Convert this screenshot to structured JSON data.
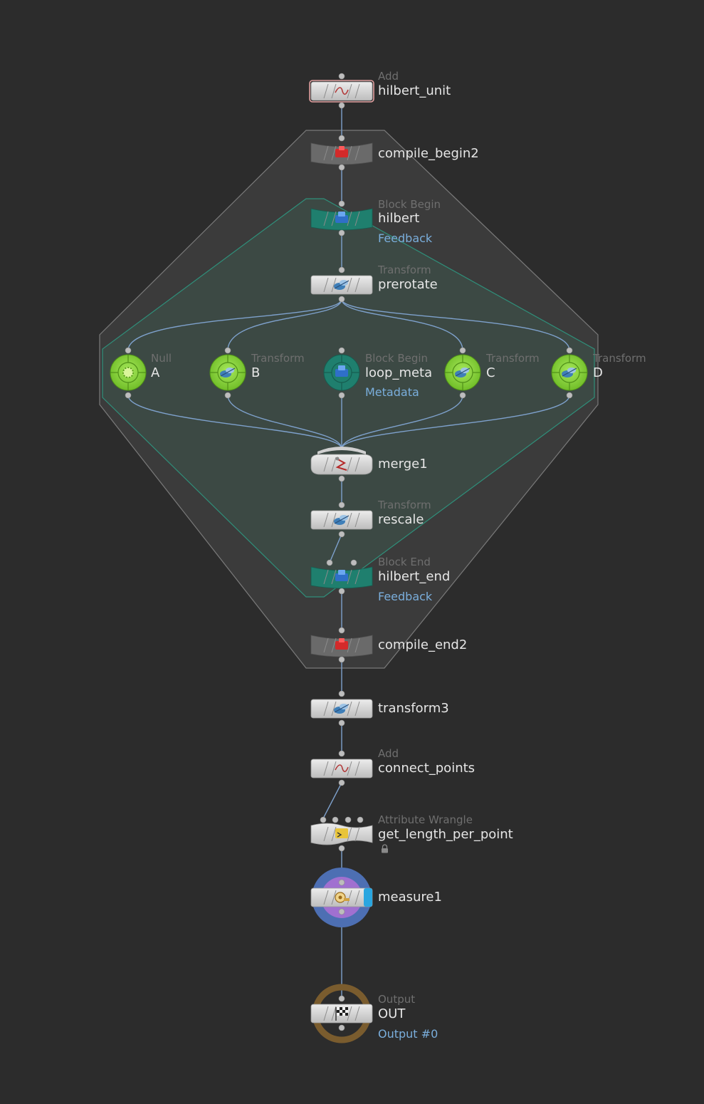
{
  "colors": {
    "background": "#2c2c2c",
    "wire": "#7ea1cc",
    "compile_block_fill": "#3b3b3b",
    "compile_block_stroke": "#7a7a7a",
    "loop_block_fill": "#3c4a45",
    "loop_block_stroke": "#2f8f7a",
    "node_body": "#d6d6d6",
    "teal_node": "#1f7f6e",
    "gray_node": "#6a6a6a",
    "green_node": "#8bd33a",
    "display_ring": "#4d6fb3",
    "template_ring": "#a070d0",
    "output_ring": "#7a5c2e",
    "display_flag": "#2aa6e0",
    "selected_outline": "#e2a0a0",
    "label_type": "#6f6f6f",
    "label_name": "#e6e6e6",
    "label_sub": "#7aaedc"
  },
  "nodes": [
    {
      "id": "hilbert_unit",
      "type": "Add",
      "name": "hilbert_unit",
      "icon": "curve-icon",
      "shape": "rect",
      "selected": true
    },
    {
      "id": "compile_begin2",
      "type": "",
      "name": "compile_begin2",
      "icon": "red-compile-cube-icon",
      "shape": "compile"
    },
    {
      "id": "hilbert",
      "type": "Block Begin",
      "name": "hilbert",
      "sub": "Feedback",
      "icon": "blue-block-cube-icon",
      "shape": "teal-block"
    },
    {
      "id": "prerotate",
      "type": "Transform",
      "name": "prerotate",
      "icon": "transform-icon",
      "shape": "rect"
    },
    {
      "id": "A",
      "type": "Null",
      "name": "A",
      "icon": "null-icon",
      "shape": "green-circle"
    },
    {
      "id": "B",
      "type": "Transform",
      "name": "B",
      "icon": "transform-icon",
      "shape": "green-circle"
    },
    {
      "id": "loop_meta",
      "type": "Block Begin",
      "name": "loop_meta",
      "sub": "Metadata",
      "icon": "blue-block-cube-icon",
      "shape": "teal-circle"
    },
    {
      "id": "C",
      "type": "Transform",
      "name": "C",
      "icon": "transform-icon",
      "shape": "green-circle"
    },
    {
      "id": "D",
      "type": "Transform",
      "name": "D",
      "icon": "transform-icon",
      "shape": "green-circle"
    },
    {
      "id": "merge1",
      "type": "",
      "name": "merge1",
      "icon": "merge-icon",
      "shape": "merge"
    },
    {
      "id": "rescale",
      "type": "Transform",
      "name": "rescale",
      "icon": "transform-icon",
      "shape": "rect"
    },
    {
      "id": "hilbert_end",
      "type": "Block End",
      "name": "hilbert_end",
      "sub": "Feedback",
      "icon": "blue-block-cube-icon",
      "shape": "teal-block"
    },
    {
      "id": "compile_end2",
      "type": "",
      "name": "compile_end2",
      "icon": "red-compile-cube-icon",
      "shape": "compile"
    },
    {
      "id": "transform3",
      "type": "",
      "name": "transform3",
      "icon": "transform-icon",
      "shape": "rect"
    },
    {
      "id": "connect_points",
      "type": "Add",
      "name": "connect_points",
      "icon": "curve-icon",
      "shape": "rect"
    },
    {
      "id": "get_length_per_point",
      "type": "Attribute Wrangle",
      "name": "get_length_per_point",
      "icon": "wrangle-icon",
      "shape": "wrangle",
      "locked": true
    },
    {
      "id": "measure1",
      "type": "",
      "name": "measure1",
      "icon": "measure-tape-icon",
      "shape": "rect",
      "display": true
    },
    {
      "id": "OUT",
      "type": "Output",
      "name": "OUT",
      "sub": "Output #0",
      "icon": "checkered-flag-icon",
      "shape": "rect",
      "output": true
    }
  ],
  "wires": [
    [
      "hilbert_unit",
      "compile_begin2"
    ],
    [
      "compile_begin2",
      "hilbert"
    ],
    [
      "hilbert",
      "prerotate"
    ],
    [
      "prerotate",
      "A"
    ],
    [
      "prerotate",
      "B"
    ],
    [
      "prerotate",
      "C"
    ],
    [
      "prerotate",
      "D"
    ],
    [
      "A",
      "merge1"
    ],
    [
      "B",
      "merge1"
    ],
    [
      "loop_meta",
      "merge1"
    ],
    [
      "C",
      "merge1"
    ],
    [
      "D",
      "merge1"
    ],
    [
      "merge1",
      "rescale"
    ],
    [
      "rescale",
      "hilbert_end"
    ],
    [
      "hilbert_end",
      "compile_end2"
    ],
    [
      "compile_end2",
      "transform3"
    ],
    [
      "transform3",
      "connect_points"
    ],
    [
      "connect_points",
      "get_length_per_point"
    ],
    [
      "get_length_per_point",
      "measure1"
    ],
    [
      "measure1",
      "OUT"
    ]
  ]
}
